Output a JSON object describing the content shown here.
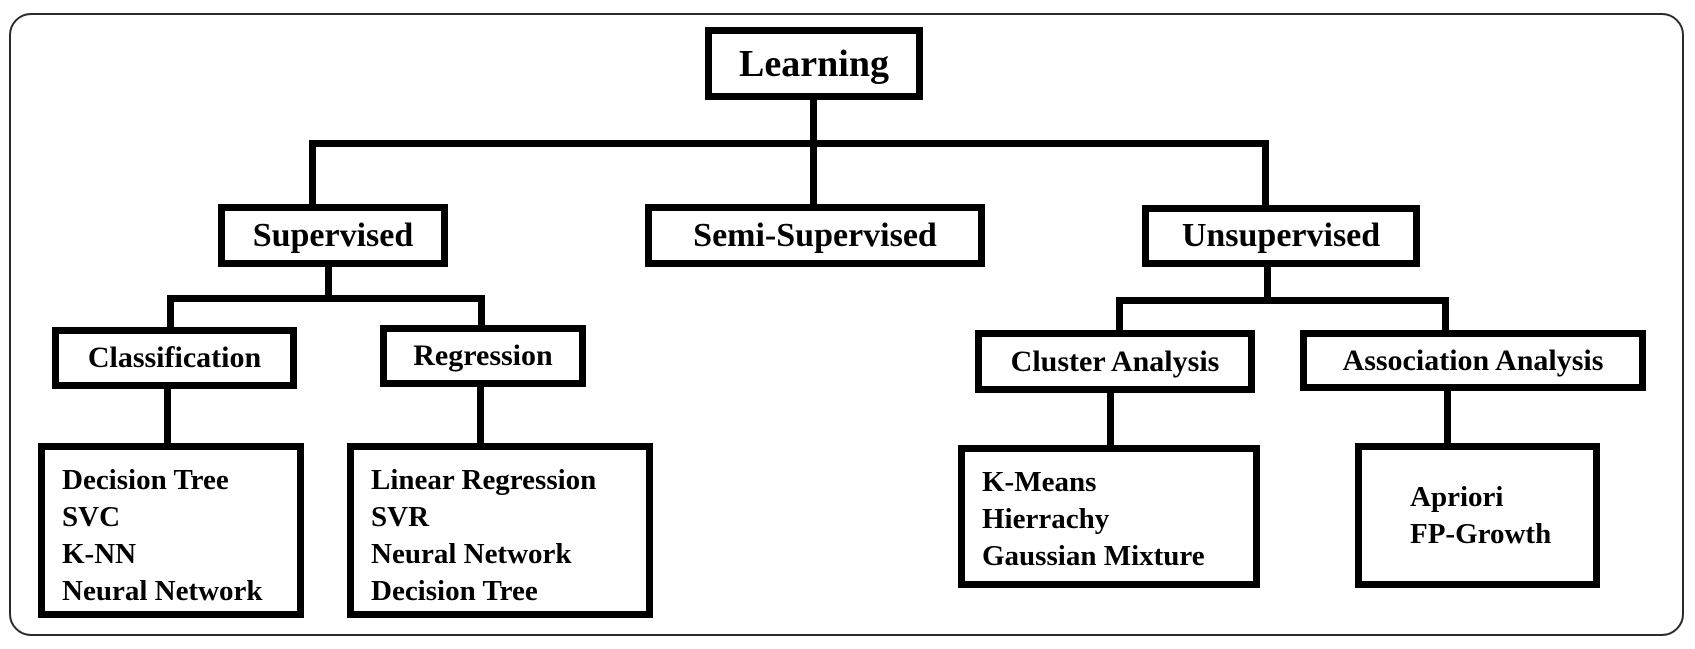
{
  "nodes": {
    "learning": "Learning",
    "supervised": "Supervised",
    "semi_supervised": "Semi-Supervised",
    "unsupervised": "Unsupervised",
    "classification": "Classification",
    "regression": "Regression",
    "cluster_analysis": "Cluster Analysis",
    "association_analysis": "Association Analysis"
  },
  "leaves": {
    "classification_methods": [
      "Decision Tree",
      "SVC",
      "K-NN",
      "Neural Network"
    ],
    "regression_methods": [
      "Linear Regression",
      "SVR",
      "Neural Network",
      "Decision Tree"
    ],
    "cluster_methods": [
      "K-Means",
      "Hierrachy",
      "Gaussian Mixture"
    ],
    "association_methods": [
      "Apriori",
      "FP-Growth"
    ]
  },
  "colors": {
    "line": "#000000",
    "background": "#ffffff",
    "frame_border": "#2a2a2a"
  }
}
